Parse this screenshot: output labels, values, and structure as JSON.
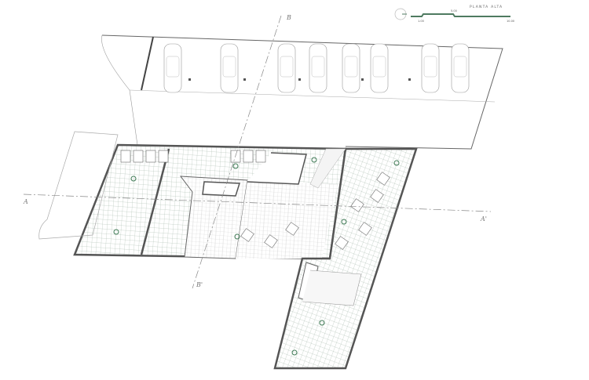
{
  "drawing": {
    "title": "PLANTA ALTA",
    "scale_bar": {
      "labels": [
        "1.00",
        "5.00",
        "10.00"
      ],
      "color": "#4e7a60"
    },
    "north_icon": "north-arrow-circle-icon",
    "section_labels": {
      "a_start": "A",
      "a_end": "A'",
      "b_start": "B",
      "b_end": "B'"
    },
    "colors": {
      "walls": "#555555",
      "tile_grid": "#9fb3a6",
      "furniture": "#3f7a55",
      "section_line": "#888888"
    }
  }
}
